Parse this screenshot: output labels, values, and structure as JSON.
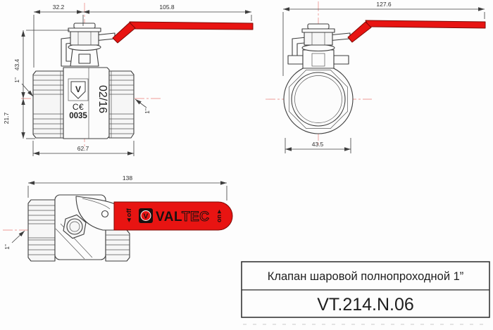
{
  "title_block": {
    "description": "Клапан шаровой полнопроходной 1”",
    "article": "VT.214.N.06"
  },
  "side_view": {
    "dim_left_to_stem": "32.2",
    "dim_stem_to_handle_end": "105.8",
    "dim_center_to_top": "43.4",
    "dim_center_to_bottom": "21.7",
    "dim_body_length": "62.7",
    "thread_size_left": "1”",
    "thread_size_right": "1”",
    "marking_date_code": "02/16",
    "marking_ce": "C€",
    "marking_cert_number": "0035",
    "logo_letter": "V"
  },
  "front_view": {
    "dim_overall_with_handle": "127.6",
    "dim_body_width": "43.5"
  },
  "plan_view": {
    "dim_overall_length": "138",
    "thread_size": "1”",
    "handle_off_label": "◄off",
    "handle_on_label": "on►",
    "brand_solid": "VAL",
    "brand_outline": "TEC",
    "logo_letter": "V"
  },
  "colors": {
    "handle_red": "#e81412",
    "handle_outline": "#7e0a06",
    "centerline_pink": "#ef9b97",
    "drawing_line": "#3e3e3e",
    "text_dark": "#1e1e1e"
  }
}
